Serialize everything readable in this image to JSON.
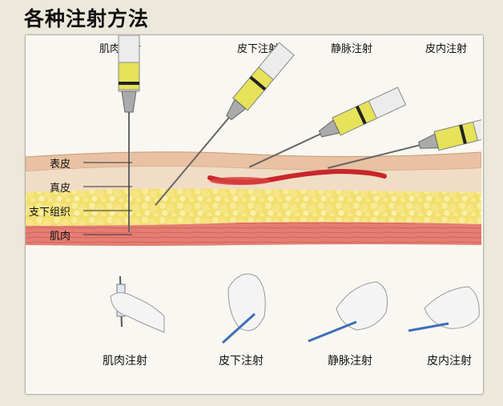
{
  "title": "各种注射方法",
  "top_labels": {
    "im": "肌肉注射",
    "sc": "皮下注射",
    "iv": "静脉注射",
    "id": "皮内注射"
  },
  "layer_labels": {
    "epidermis": "表皮",
    "dermis": "真皮",
    "subcutaneous": "支下组织",
    "muscle": "肌肉"
  },
  "bottom_labels": {
    "im": "肌肉注射",
    "sc": "皮下注射",
    "iv": "静脉注射",
    "id": "皮内注射"
  },
  "colors": {
    "epidermis": "#e9c9ad",
    "dermis": "#f1dcc6",
    "fat": "#f4e27a",
    "muscle": "#e8827a",
    "vein": "#c8262a",
    "syringe_fluid": "#e6e25a"
  }
}
